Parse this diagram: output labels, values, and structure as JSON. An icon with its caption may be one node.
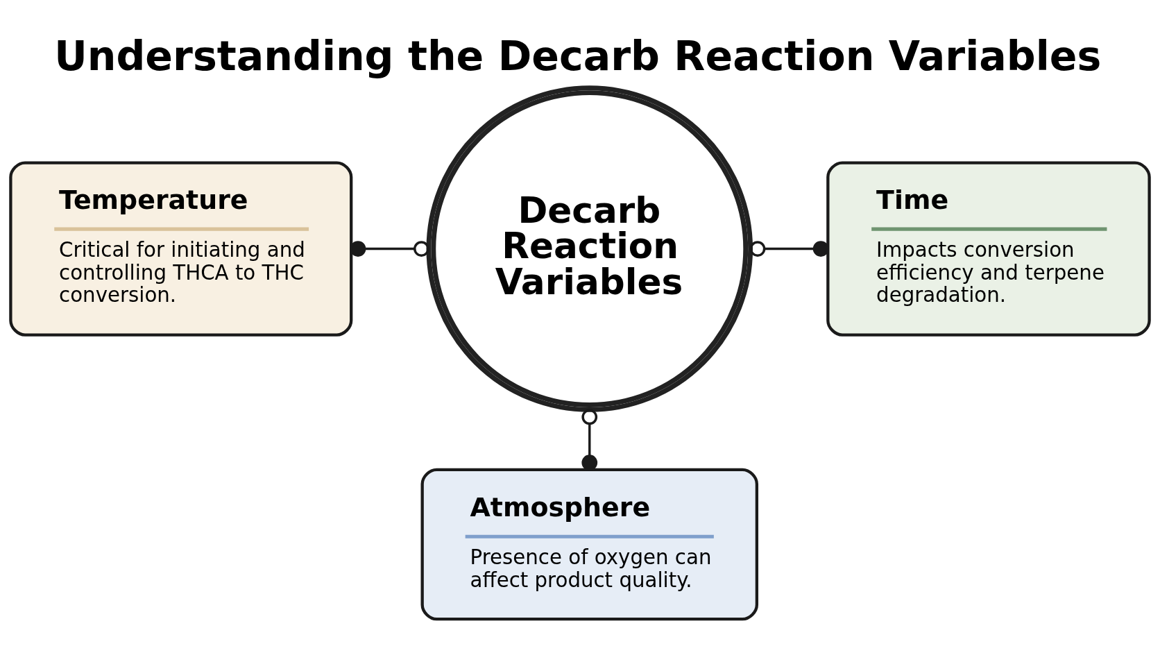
{
  "diagram": {
    "title": "Understanding the Decarb Reaction Variables",
    "nodes": [
      {
        "text": [
          "Decarb Reaction Variables"
        ]
      },
      {
        "text": [
          "Temperature",
          "Critical for initiating and controlling THCA to THC conversion."
        ]
      },
      {
        "text": [
          "Time",
          "Impacts conversion efficiency and terpene degradation."
        ]
      },
      {
        "text": [
          "Atmosphere",
          "Presence of oxygen can affect product quality."
        ]
      }
    ],
    "edges": [
      {
        "from": 1,
        "to": 0,
        "arrow": "other"
      },
      {
        "from": 0,
        "to": 2,
        "arrow": "other"
      },
      {
        "from": 0,
        "to": 3,
        "arrow": "other"
      }
    ]
  }
}
